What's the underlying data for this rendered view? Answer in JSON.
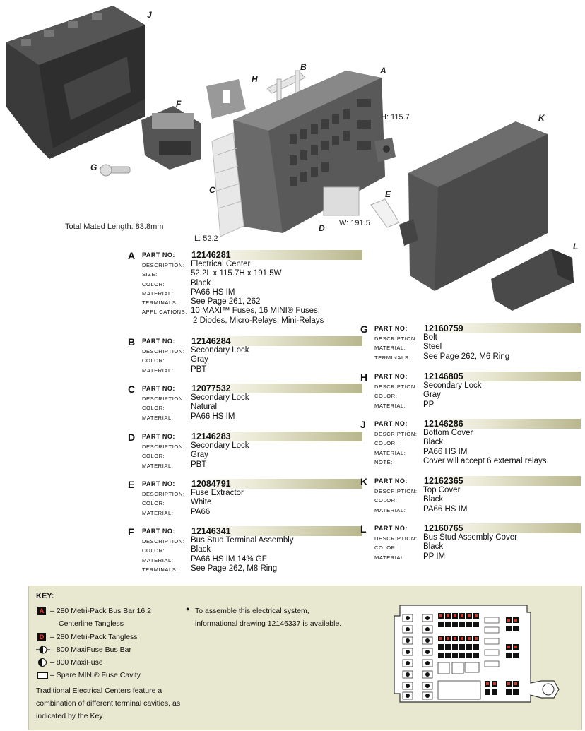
{
  "callouts": {
    "J": "J",
    "H": "H",
    "B": "B",
    "A": "A",
    "F": "F",
    "G": "G",
    "C": "C",
    "D": "D",
    "E": "E",
    "K": "K",
    "L": "L"
  },
  "dimensions": {
    "height": "H: 115.7",
    "width": "W: 191.5",
    "length": "L: 52.2",
    "total_mated": "Total Mated Length: 83.8mm"
  },
  "labels": {
    "part_no": "PART NO:",
    "description": "DESCRIPTION:",
    "size": "SIZE:",
    "color": "COLOR:",
    "material": "MATERIAL:",
    "terminals": "TERMINALS:",
    "applications": "APPLICATIONS:",
    "note": "NOTE:"
  },
  "parts": {
    "A": {
      "letter": "A",
      "part_no": "12146281",
      "description": "Electrical Center",
      "size": "52.2L x 115.7H x 191.5W",
      "color": "Black",
      "material": "PA66 HS IM",
      "terminals": "See Page 261, 262",
      "applications_1": "10 MAXI™ Fuses, 16 MINI® Fuses,",
      "applications_2": "2 Diodes, Micro-Relays, Mini-Relays"
    },
    "B": {
      "letter": "B",
      "part_no": "12146284",
      "description": "Secondary Lock",
      "color": "Gray",
      "material": "PBT"
    },
    "C": {
      "letter": "C",
      "part_no": "12077532",
      "description": "Secondary Lock",
      "color": "Natural",
      "material": "PA66 HS IM"
    },
    "D": {
      "letter": "D",
      "part_no": "12146283",
      "description": "Secondary Lock",
      "color": "Gray",
      "material": "PBT"
    },
    "E": {
      "letter": "E",
      "part_no": "12084791",
      "description": "Fuse Extractor",
      "color": "White",
      "material": "PA66"
    },
    "F": {
      "letter": "F",
      "part_no": "12146341",
      "description": "Bus Stud Terminal Assembly",
      "color": "Black",
      "material": "PA66 HS IM 14% GF",
      "terminals": "See Page 262, M8 Ring"
    },
    "G": {
      "letter": "G",
      "part_no": "12160759",
      "description": "Bolt",
      "material": "Steel",
      "terminals": "See Page 262, M6 Ring"
    },
    "H": {
      "letter": "H",
      "part_no": "12146805",
      "description": "Secondary Lock",
      "color": "Gray",
      "material": "PP"
    },
    "J": {
      "letter": "J",
      "part_no": "12146286",
      "description": "Bottom Cover",
      "color": "Black",
      "material": "PA66 HS IM",
      "note": "Cover will accept 6 external relays."
    },
    "K": {
      "letter": "K",
      "part_no": "12162365",
      "description": "Top Cover",
      "color": "Black",
      "material": "PA66 HS IM"
    },
    "L": {
      "letter": "L",
      "part_no": "12160765",
      "description": "Bus Stud Assembly Cover",
      "color": "Black",
      "material": "PP IM"
    }
  },
  "key": {
    "title": "KEY:",
    "item_a_letter": "A",
    "item_a_1": "– 280 Metri-Pack Bus Bar 16.2",
    "item_a_2": "Centerline Tangless",
    "item_d_letter": "D",
    "item_d": "– 280 Metri-Pack Tangless",
    "item_busbar": "– 800 MaxiFuse Bus Bar",
    "item_maxi": "– 800 MaxiFuse",
    "item_spare": "– Spare MINI® Fuse Cavity",
    "footer_1": "Traditional Electrical Centers feature a",
    "footer_2": "combination of different terminal cavities, as",
    "footer_3": "indicated by the Key.",
    "bullet_1": "To assemble this electrical system,",
    "bullet_2": "informational drawing 12146337 is available."
  },
  "colors": {
    "bar_end": "#b8b68c",
    "key_bg": "#e8e8d0",
    "terminal_red": "#c0392b"
  }
}
